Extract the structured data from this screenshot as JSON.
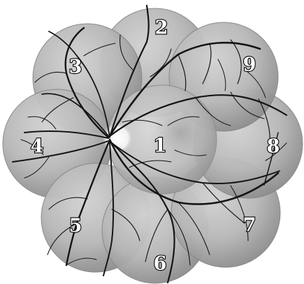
{
  "diagram": {
    "fields": [
      {
        "id": "field-1",
        "label": "1"
      },
      {
        "id": "field-2",
        "label": "2"
      },
      {
        "id": "field-3",
        "label": "3"
      },
      {
        "id": "field-4",
        "label": "4"
      },
      {
        "id": "field-5",
        "label": "5"
      },
      {
        "id": "field-6",
        "label": "6"
      },
      {
        "id": "field-7",
        "label": "7"
      },
      {
        "id": "field-8",
        "label": "8"
      },
      {
        "id": "field-9",
        "label": "9"
      }
    ]
  }
}
